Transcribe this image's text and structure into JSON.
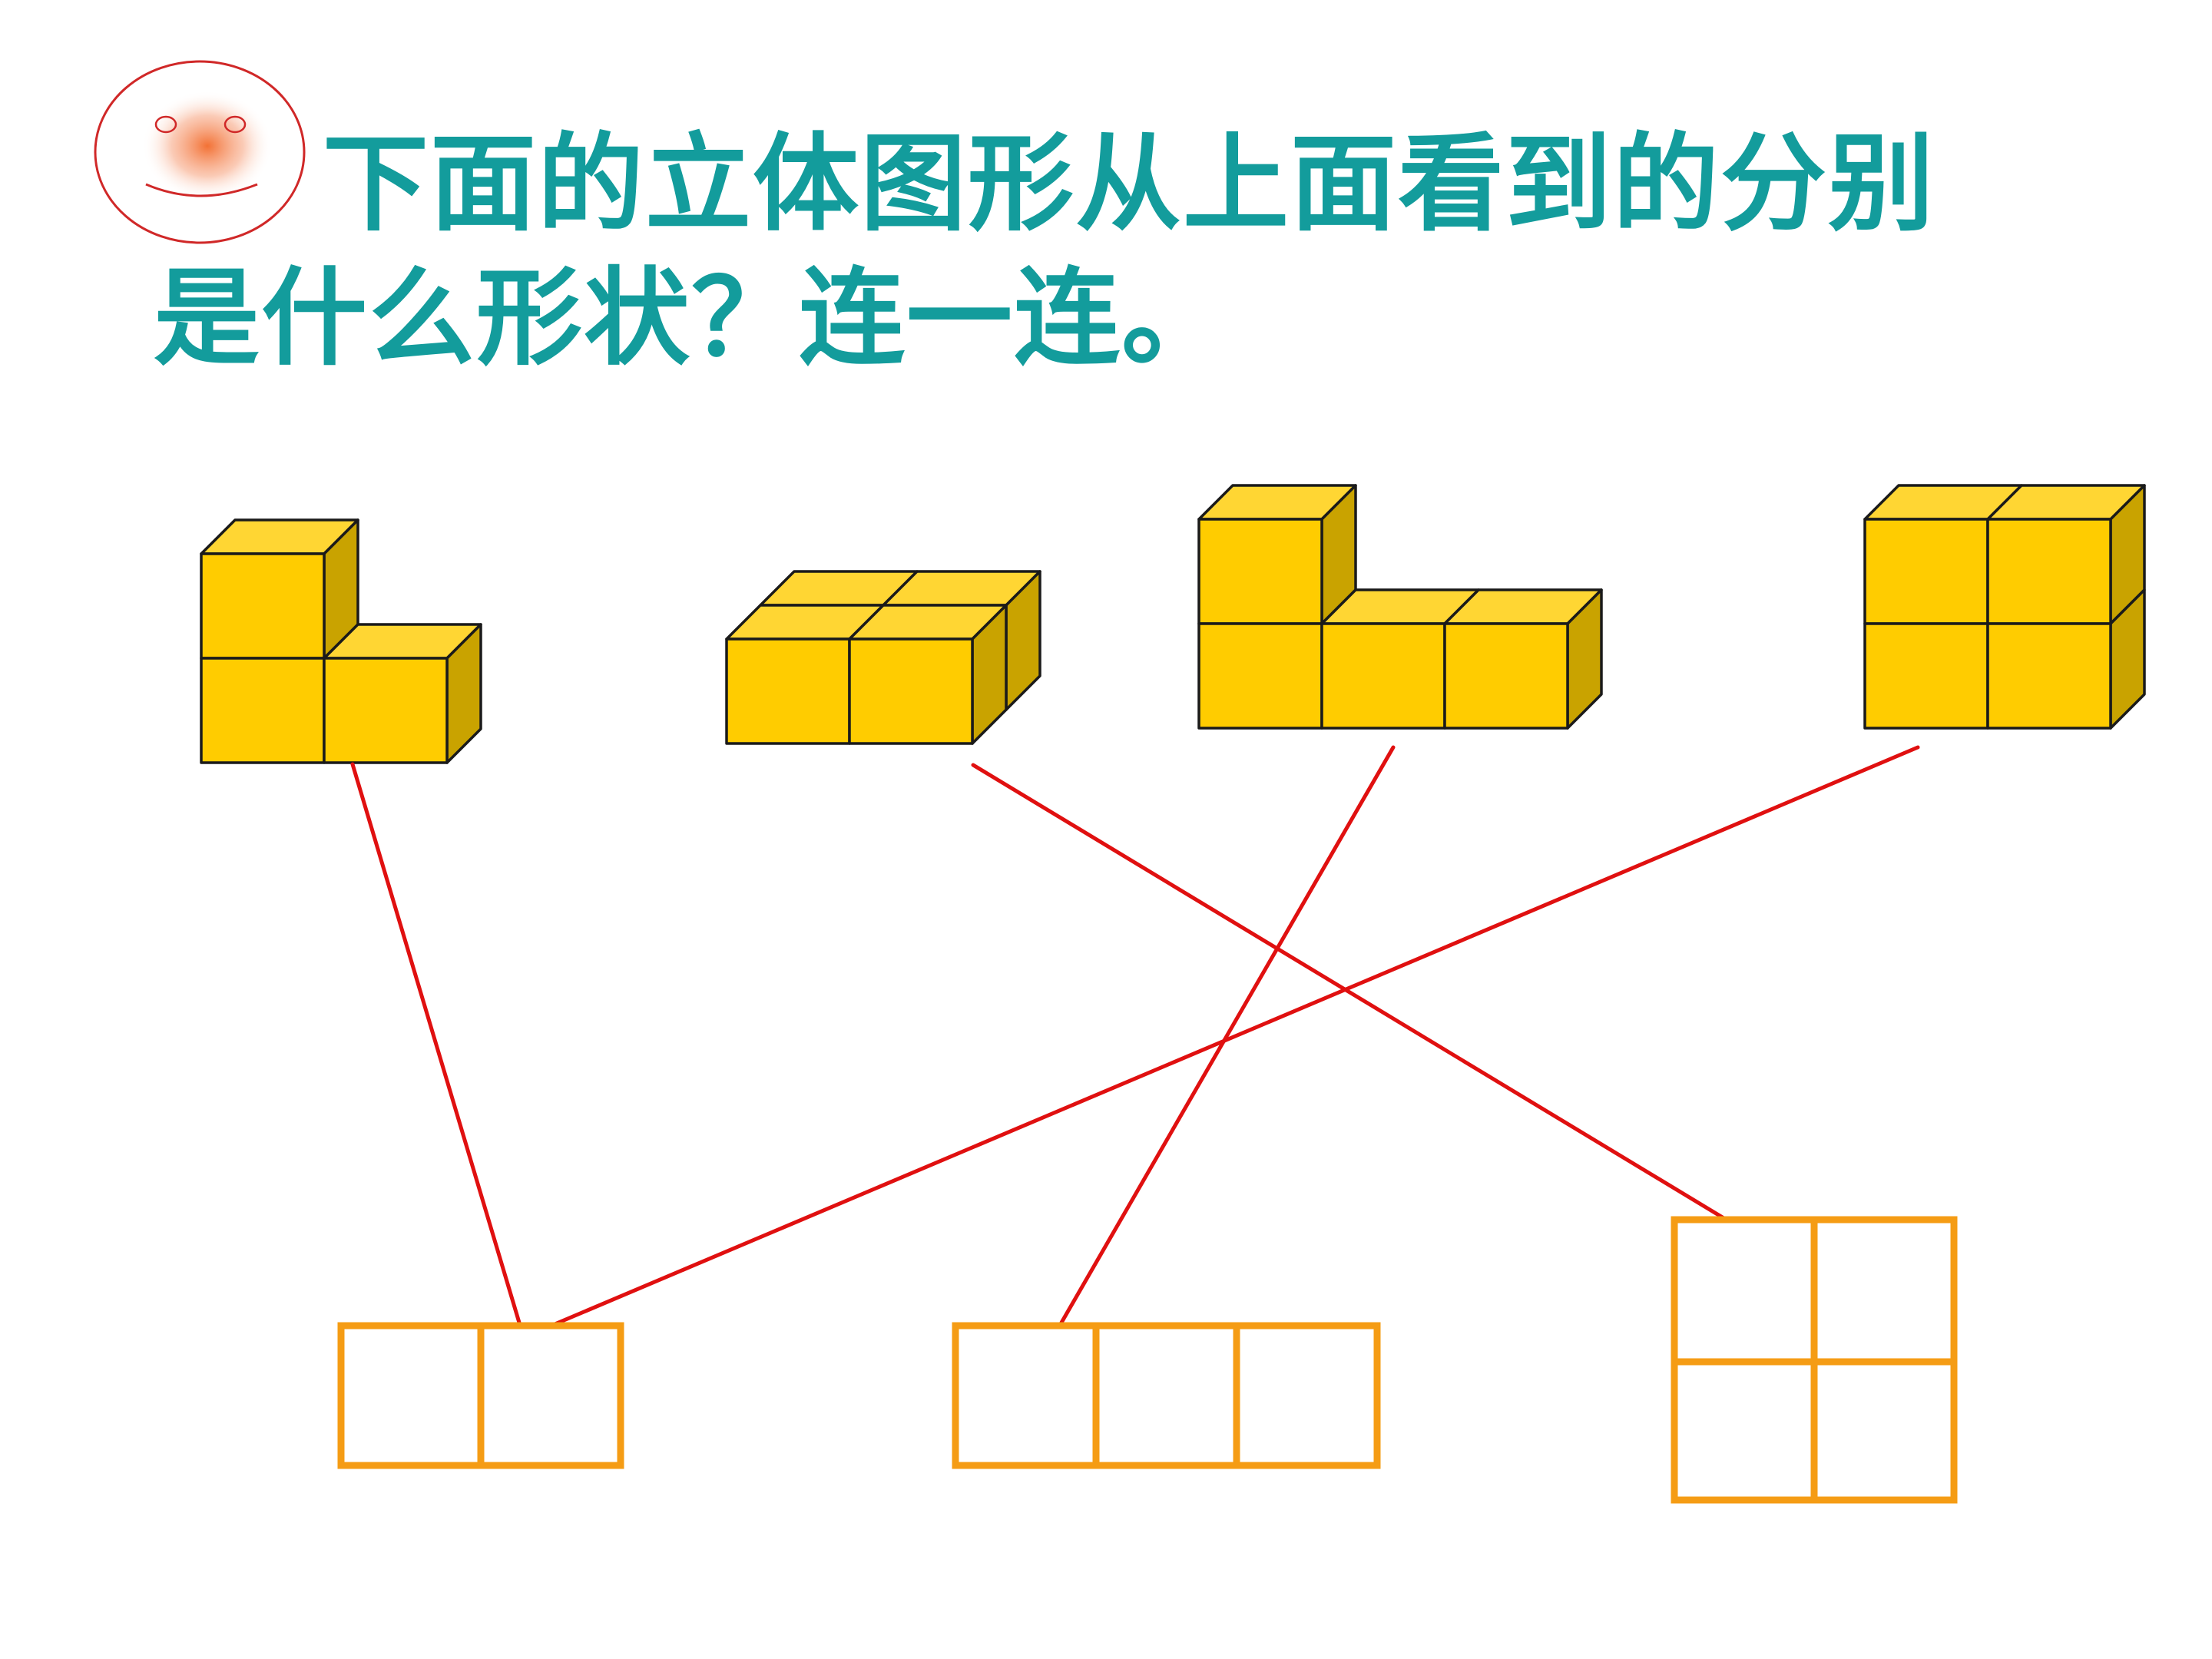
{
  "title": {
    "line1": "下面的立体图形从上面看到的分别",
    "line2": "是什么形状？连一连。"
  },
  "colors": {
    "title_text": "#139c9c",
    "cube_front": "#ffcc00",
    "cube_top": "#ffd633",
    "cube_side": "#c9a300",
    "cube_outline": "#1a1a1a",
    "view_outline": "#f59c14",
    "connector_line": "#e01010",
    "smiley_outline": "#d02828",
    "smiley_glow": "#f26a2a"
  },
  "solids": [
    {
      "id": "solid-1",
      "description_icon": "l-shaped-cube-stack-icon"
    },
    {
      "id": "solid-2",
      "description_icon": "two-by-two-flat-cube-block-icon"
    },
    {
      "id": "solid-3",
      "description_icon": "three-cube-row-with-back-tower-icon"
    },
    {
      "id": "solid-4",
      "description_icon": "two-by-two-cube-wall-icon"
    }
  ],
  "top_views": [
    {
      "id": "view-1x2",
      "cols": 2,
      "rows": 1
    },
    {
      "id": "view-1x3",
      "cols": 3,
      "rows": 1
    },
    {
      "id": "view-2x2",
      "cols": 2,
      "rows": 2
    }
  ],
  "connections": [
    {
      "solid": "solid-1",
      "view": "view-1x2"
    },
    {
      "solid": "solid-2",
      "view": "view-2x2"
    },
    {
      "solid": "solid-3",
      "view": "view-1x3"
    },
    {
      "solid": "solid-4",
      "view": "view-1x2"
    }
  ],
  "decoration_icon": "smiley-face-icon"
}
